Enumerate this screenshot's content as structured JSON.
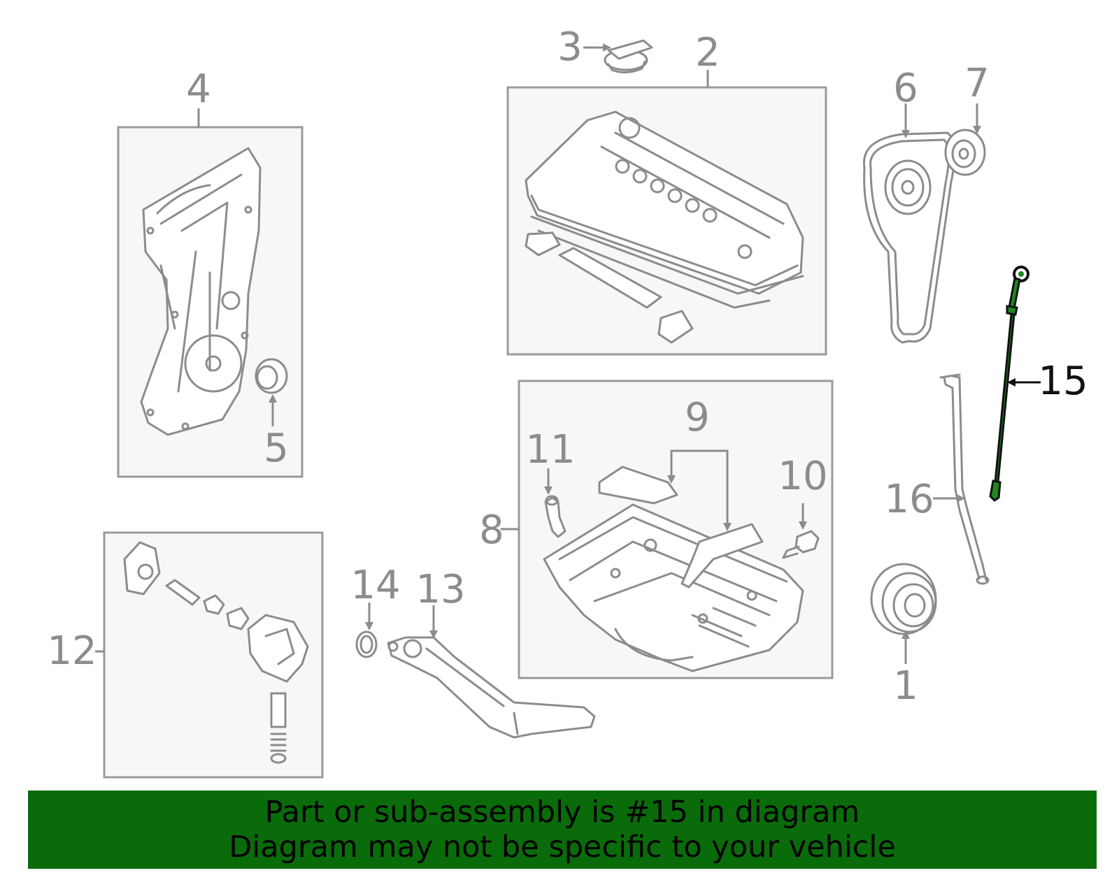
{
  "callouts": {
    "c1": "1",
    "c2": "2",
    "c3": "3",
    "c4": "4",
    "c5": "5",
    "c6": "6",
    "c7": "7",
    "c8": "8",
    "c9": "9",
    "c10": "10",
    "c11": "11",
    "c12": "12",
    "c13": "13",
    "c14": "14",
    "c15": "15",
    "c16": "16"
  },
  "highlighted_part": "15",
  "banner": {
    "line1": "Part or sub-assembly is #15 in diagram",
    "line2": "Diagram may not be specific to your vehicle"
  },
  "colors": {
    "banner_background": "#0a6b0a",
    "highlight": "#1d8a1d",
    "line_art": "#8c8c8c"
  }
}
